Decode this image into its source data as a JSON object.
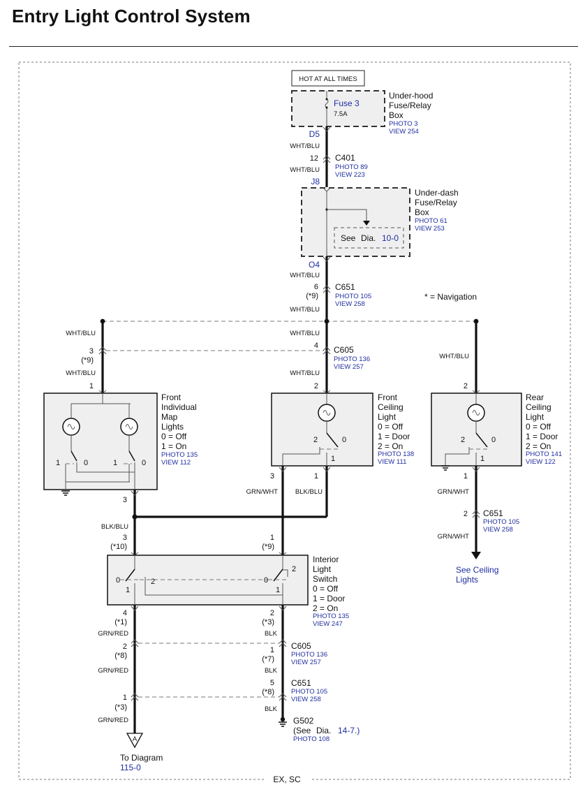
{
  "title": "Entry Light Control System",
  "footer": "EX, SC",
  "note": "* = Navigation",
  "hot_label": "HOT AT ALL TIMES",
  "underhood": {
    "fuse": "Fuse 3",
    "rating": "7.5A",
    "name": [
      "Under-hood",
      "Fuse/Relay",
      "Box"
    ],
    "photo": "PHOTO 3",
    "view": "VIEW 254",
    "terminal": "D5"
  },
  "c401": {
    "name": "C401",
    "pin": "12",
    "photo": "PHOTO 89",
    "view": "VIEW 223",
    "wire_top": "WHT/BLU",
    "wire_bottom": "WHT/BLU"
  },
  "underdash": {
    "terminal_top": "J8",
    "name": [
      "Under-dash",
      "Fuse/Relay",
      "Box"
    ],
    "photo": "PHOTO 61",
    "view": "VIEW 253",
    "see": "See",
    "dia": "Dia.",
    "dia_ref": "10-0",
    "terminal_bottom": "O4"
  },
  "c651_top": {
    "name": "C651",
    "pin": "6",
    "alt_pin": "(*9)",
    "photo": "PHOTO 105",
    "view": "VIEW 258",
    "wire_top": "WHT/BLU",
    "wire_bottom": "WHT/BLU"
  },
  "c605_mid": {
    "name": "C605",
    "pin_center": "4",
    "pin_left": "3",
    "alt_left": "(*9)",
    "photo": "PHOTO 136",
    "view": "VIEW 257",
    "wire_left_top": "WHT/BLU",
    "wire_left_bottom": "WHT/BLU",
    "wire_center_top": "WHT/BLU",
    "wire_center_bottom": "WHT/BLU",
    "wire_right": "WHT/BLU"
  },
  "map_lights": {
    "name": [
      "Front",
      "Individual",
      "Map",
      "Lights"
    ],
    "states": [
      "0 = Off",
      "1 = On"
    ],
    "photo": "PHOTO 135",
    "view": "VIEW 112",
    "pin_top": "1",
    "pin_bottom": "3",
    "sw_a": "1",
    "sw_b": "0",
    "sw_c": "1",
    "sw_d": "0",
    "wire_bottom": "BLK/BLU"
  },
  "front_ceiling": {
    "name": [
      "Front",
      "Ceiling",
      "Light"
    ],
    "states": [
      "0 = Off",
      "1 = Door",
      "2 = On"
    ],
    "photo": "PHOTO 138",
    "view": "VIEW 111",
    "pin_top": "2",
    "pin_left": "3",
    "pin_right": "1",
    "sw_2": "2",
    "sw_0": "0",
    "sw_1": "1",
    "wire_left": "GRN/WHT",
    "wire_right": "BLK/BLU"
  },
  "rear_ceiling": {
    "name": [
      "Rear",
      "Ceiling",
      "Light"
    ],
    "states": [
      "0 = Off",
      "1 = Door",
      "2 = On"
    ],
    "photo": "PHOTO 141",
    "view": "VIEW 122",
    "pin_top": "2",
    "pin_bottom": "1",
    "sw_2": "2",
    "sw_0": "0",
    "sw_1": "1",
    "wire_bottom_top": "GRN/WHT",
    "wire_bottom_bot": "GRN/WHT"
  },
  "c651_rear": {
    "name": "C651",
    "pin": "2",
    "photo": "PHOTO 105",
    "view": "VIEW 258",
    "see": [
      "See Ceiling",
      "Lights"
    ]
  },
  "interior_switch": {
    "name": [
      "Interior",
      "Light",
      "Switch"
    ],
    "states": [
      "0 = Off",
      "1 = Door",
      "2 = On"
    ],
    "photo": "PHOTO 135",
    "view": "VIEW 247",
    "pin_top_left": "3",
    "alt_top_left": "(*10)",
    "pin_top_right": "1",
    "alt_top_right": "(*9)",
    "pin_bot_left": "4",
    "alt_bot_left": "(*1)",
    "pin_bot_right": "2",
    "alt_bot_right": "(*3)",
    "sw_l0": "0",
    "sw_l1": "1",
    "sw_l2": "2",
    "sw_r0": "0",
    "sw_r1": "1",
    "sw_r2": "2",
    "wire_top_left": "BLK/BLU",
    "wire_bot_left": "GRN/RED",
    "wire_bot_right": "BLK"
  },
  "c605_low": {
    "name": "C605",
    "pin_left": "2",
    "alt_left": "(*8)",
    "pin_right": "1",
    "alt_right": "(*7)",
    "photo": "PHOTO 136",
    "view": "VIEW 257",
    "wire_left": "GRN/RED",
    "wire_right": "BLK"
  },
  "c651_low": {
    "name": "C651",
    "pin_left": "1",
    "alt_left": "(*3)",
    "pin_right": "5",
    "alt_right": "(*8)",
    "photo": "PHOTO 105",
    "view": "VIEW 258",
    "wire_left": "GRN/RED",
    "wire_right": "BLK"
  },
  "g502": {
    "name": "G502",
    "see": "(See",
    "dia": "Dia.",
    "ref": "14-7.)",
    "photo": "PHOTO 108"
  },
  "to_diagram": {
    "marker": "A",
    "label": "To Diagram",
    "ref": "115-0"
  }
}
